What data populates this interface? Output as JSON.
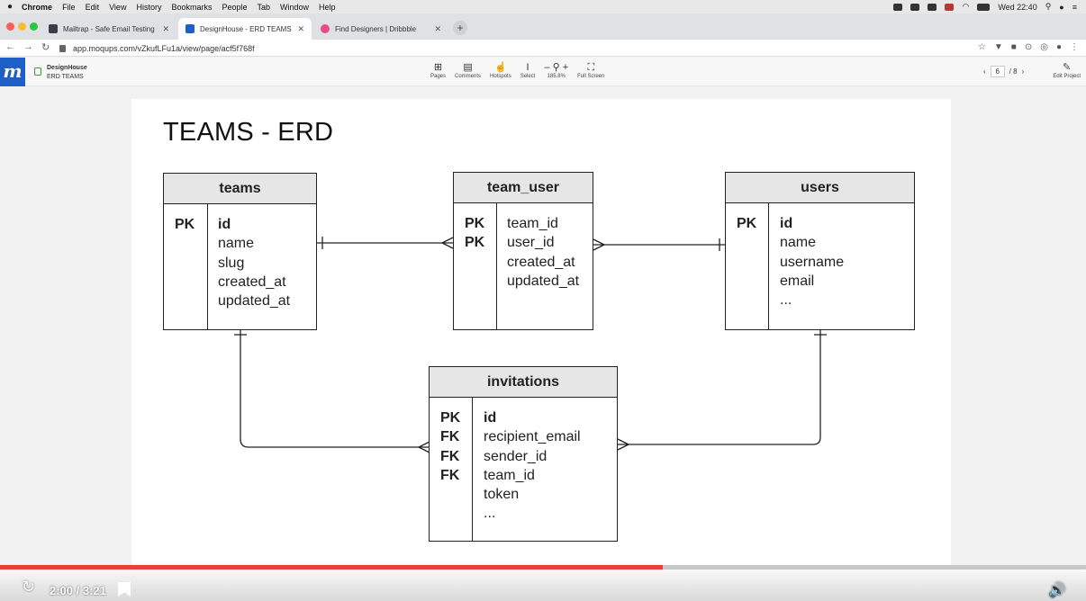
{
  "menubar": {
    "items": [
      "Chrome",
      "File",
      "Edit",
      "View",
      "History",
      "Bookmarks",
      "People",
      "Tab",
      "Window",
      "Help"
    ],
    "clock": "Wed 22:40"
  },
  "tabs": [
    {
      "title": "Mailtrap - Safe Email Testing",
      "favicon_color": "#3a3f4b",
      "active": false
    },
    {
      "title": "DesignHouse - ERD TEAMS - Mo",
      "favicon_color": "#1e5ec8",
      "active": true
    },
    {
      "title": "Find Designers | Dribbble",
      "favicon_color": "#ea4c89",
      "active": false
    }
  ],
  "address": {
    "url": "app.moqups.com/vZkufLFu1a/view/page/acf5f768f"
  },
  "app": {
    "logo": "m",
    "project_name": "DesignHouse",
    "page_name": "ERD TEAMS",
    "tools": [
      {
        "icon": "sitemap-icon",
        "glyph": "⊞",
        "label": "Pages"
      },
      {
        "icon": "comment-icon",
        "glyph": "▤",
        "label": "Comments"
      },
      {
        "icon": "hand-icon",
        "glyph": "☝",
        "label": "Hotspots"
      },
      {
        "icon": "cursor-icon",
        "glyph": "I",
        "label": "Select"
      },
      {
        "icon": "zoom-icon",
        "glyph": "– ⚲ +",
        "label": "185.8%"
      },
      {
        "icon": "fullscreen-icon",
        "glyph": "⛶",
        "label": "Full Screen"
      }
    ],
    "page_current": "6",
    "page_total": "/ 8",
    "edit_label": "Edit Project"
  },
  "diagram": {
    "title": "TEAMS - ERD",
    "entities": {
      "teams": {
        "name": "teams",
        "keys": [
          "PK"
        ],
        "fields": [
          "id",
          "name",
          "slug",
          "created_at",
          "updated_at"
        ]
      },
      "team_user": {
        "name": "team_user",
        "keys": [
          "PK",
          "PK"
        ],
        "fields": [
          "team_id",
          "user_id",
          "created_at",
          "updated_at"
        ]
      },
      "users": {
        "name": "users",
        "keys": [
          "PK"
        ],
        "fields": [
          "id",
          "name",
          "username",
          "email",
          "..."
        ]
      },
      "invitations": {
        "name": "invitations",
        "keys": [
          "PK",
          "FK",
          "FK",
          "FK"
        ],
        "fields": [
          "id",
          "recipient_email",
          "sender_id",
          "team_id",
          "token",
          "..."
        ]
      }
    }
  },
  "player": {
    "time": "2:00 / 3:21",
    "progress": 0.61,
    "accent": "#e8403c"
  }
}
